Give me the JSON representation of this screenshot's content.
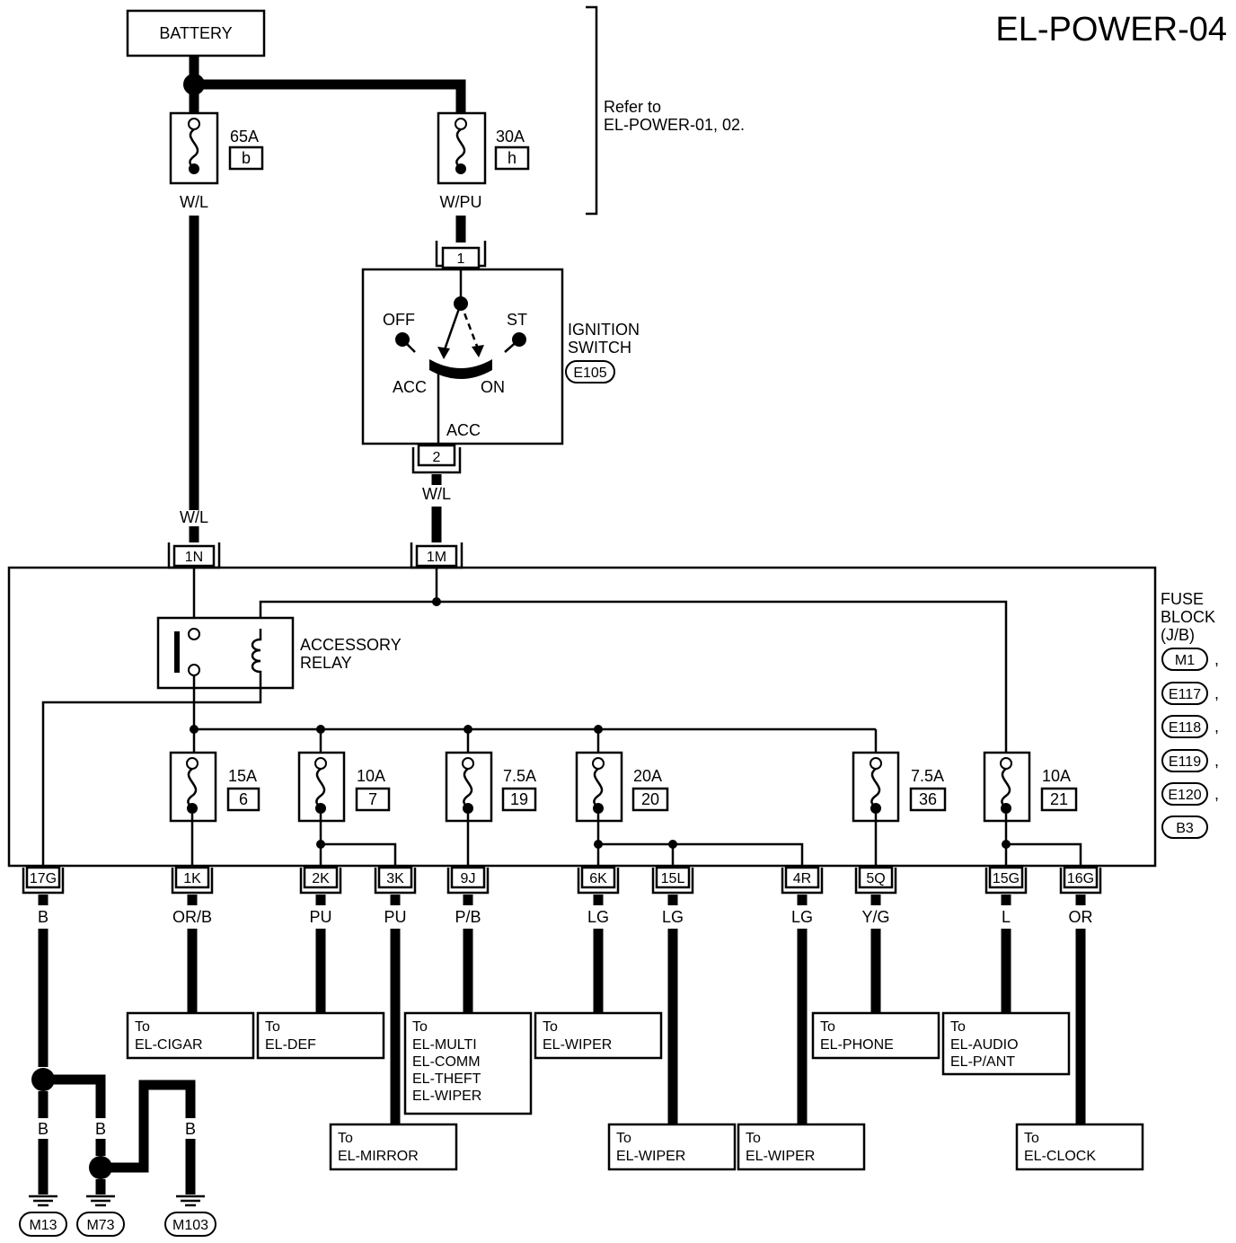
{
  "title": "EL-POWER-04",
  "battery": "BATTERY",
  "refer_note": [
    "Refer to",
    "EL-POWER-01, 02."
  ],
  "fusible_links": [
    {
      "amp": "65A",
      "id": "b",
      "wire": "W/L"
    },
    {
      "amp": "30A",
      "id": "h",
      "wire": "W/PU"
    }
  ],
  "ignition": {
    "terminal_in": "1",
    "terminal_out": "2",
    "positions": [
      "OFF",
      "ST",
      "ACC",
      "ON"
    ],
    "acc_label": "ACC",
    "name": [
      "IGNITION",
      "SWITCH"
    ],
    "connector": "E105",
    "out_wire": "W/L"
  },
  "fuse_block": {
    "name": [
      "FUSE",
      "BLOCK",
      "(J/B)"
    ],
    "connectors": [
      "M1",
      "E117",
      "E118",
      "E119",
      "E120",
      "B3"
    ],
    "separator": ",",
    "in_left": "1N",
    "in_left_wire": "W/L",
    "in_right": "1M",
    "relay": [
      "ACCESSORY",
      "RELAY"
    ]
  },
  "fuses": [
    {
      "amp": "15A",
      "num": "6"
    },
    {
      "amp": "10A",
      "num": "7"
    },
    {
      "amp": "7.5A",
      "num": "19"
    },
    {
      "amp": "20A",
      "num": "20"
    },
    {
      "amp": "7.5A",
      "num": "36"
    },
    {
      "amp": "10A",
      "num": "21"
    }
  ],
  "terminals": [
    {
      "id": "17G",
      "wire": "B"
    },
    {
      "id": "1K",
      "wire": "OR/B"
    },
    {
      "id": "2K",
      "wire": "PU"
    },
    {
      "id": "3K",
      "wire": "PU"
    },
    {
      "id": "9J",
      "wire": "P/B"
    },
    {
      "id": "6K",
      "wire": "LG"
    },
    {
      "id": "15L",
      "wire": "LG"
    },
    {
      "id": "4R",
      "wire": "LG"
    },
    {
      "id": "5Q",
      "wire": "Y/G"
    },
    {
      "id": "15G",
      "wire": "L"
    },
    {
      "id": "16G",
      "wire": "OR"
    }
  ],
  "destinations": [
    {
      "to": "To",
      "lines": [
        "EL-CIGAR"
      ]
    },
    {
      "to": "To",
      "lines": [
        "EL-DEF"
      ]
    },
    {
      "to": "To",
      "lines": [
        "EL-MIRROR"
      ]
    },
    {
      "to": "To",
      "lines": [
        "EL-MULTI",
        "EL-COMM",
        "EL-THEFT",
        "EL-WIPER"
      ]
    },
    {
      "to": "To",
      "lines": [
        "EL-WIPER"
      ]
    },
    {
      "to": "To",
      "lines": [
        "EL-WIPER"
      ]
    },
    {
      "to": "To",
      "lines": [
        "EL-WIPER"
      ]
    },
    {
      "to": "To",
      "lines": [
        "EL-PHONE"
      ]
    },
    {
      "to": "To",
      "lines": [
        "EL-AUDIO",
        "EL-P/ANT"
      ]
    },
    {
      "to": "To",
      "lines": [
        "EL-CLOCK"
      ]
    }
  ],
  "grounds": {
    "wires": [
      "B",
      "B",
      "B",
      "B"
    ],
    "points": [
      "M13",
      "M73",
      "M103"
    ]
  }
}
